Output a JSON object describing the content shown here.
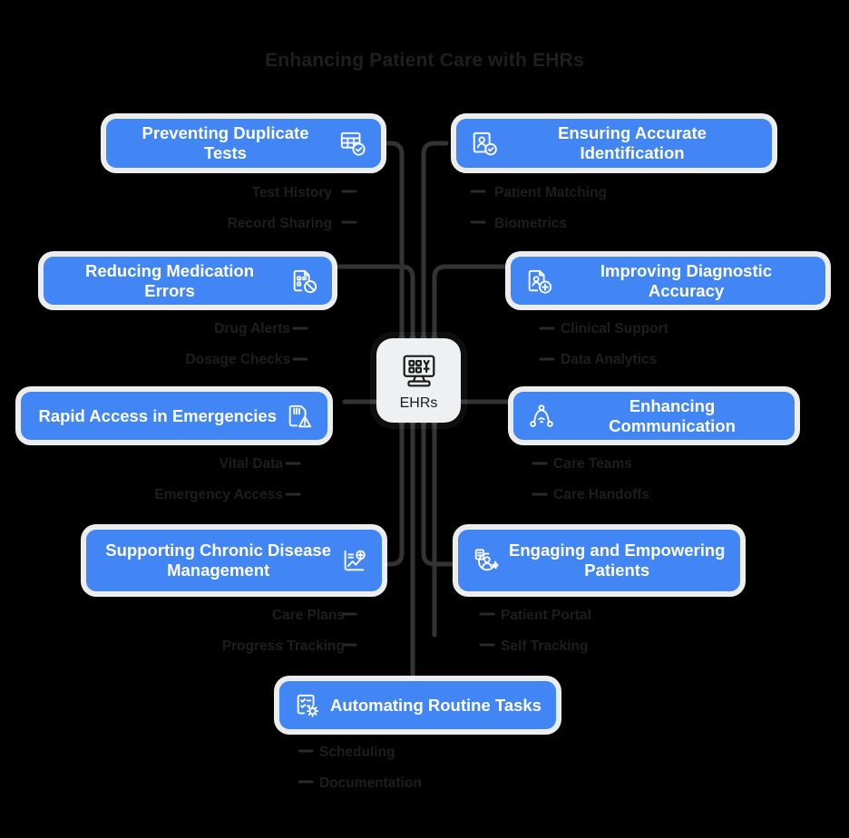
{
  "title": "Enhancing Patient Care with EHRs",
  "colors": {
    "background": "#000000",
    "pill": "#4285f4",
    "pill_text": "#ffffff",
    "center_node": "#eef0f1",
    "connector": "#333333",
    "sublabel_text": "#1e1e1e",
    "title_text": "#1f1f1f"
  },
  "center": {
    "label": "EHRs",
    "icon": "monitor-health-icon"
  },
  "branches": [
    {
      "id": "preventing-duplicate-tests",
      "label": "Preventing Duplicate Tests",
      "icon": "table-check-icon",
      "side": "left",
      "sublabels": [
        "Test History",
        "Record Sharing"
      ]
    },
    {
      "id": "ensuring-accurate-identification",
      "label": "Ensuring Accurate Identification",
      "icon": "patient-id-check-icon",
      "side": "right",
      "sublabels": [
        "Patient Matching",
        "Biometrics"
      ]
    },
    {
      "id": "reducing-medication-errors",
      "label": "Reducing Medication Errors",
      "icon": "prescription-block-icon",
      "side": "left",
      "sublabels": [
        "Drug Alerts",
        "Dosage Checks"
      ]
    },
    {
      "id": "improving-diagnostic-accuracy",
      "label": "Improving Diagnostic Accuracy",
      "icon": "patient-record-plus-icon",
      "side": "right",
      "sublabels": [
        "Clinical Support",
        "Data Analytics"
      ]
    },
    {
      "id": "rapid-access-in-emergencies",
      "label": "Rapid Access in Emergencies",
      "icon": "alert-card-icon",
      "side": "left",
      "sublabels": [
        "Vital Data",
        "Emergency Access"
      ]
    },
    {
      "id": "enhancing-communication",
      "label": "Enhancing Communication",
      "icon": "network-signal-icon",
      "side": "right",
      "sublabels": [
        "Care Teams",
        "Care Handoffs"
      ]
    },
    {
      "id": "supporting-chronic-disease-management",
      "label": "Supporting Chronic Disease\nManagement",
      "icon": "chart-plus-icon",
      "side": "left",
      "sublabels": [
        "Care Plans",
        "Progress Tracking"
      ]
    },
    {
      "id": "engaging-and-empowering-patients",
      "label": "Engaging and Empowering\nPatients",
      "icon": "patient-engage-icon",
      "side": "right",
      "sublabels": [
        "Patient Portal",
        "Self Tracking"
      ]
    },
    {
      "id": "automating-routine-tasks",
      "label": "Automating Routine Tasks",
      "icon": "task-gear-icon",
      "side": "bottom",
      "sublabels": [
        "Scheduling",
        "Documentation"
      ]
    }
  ]
}
